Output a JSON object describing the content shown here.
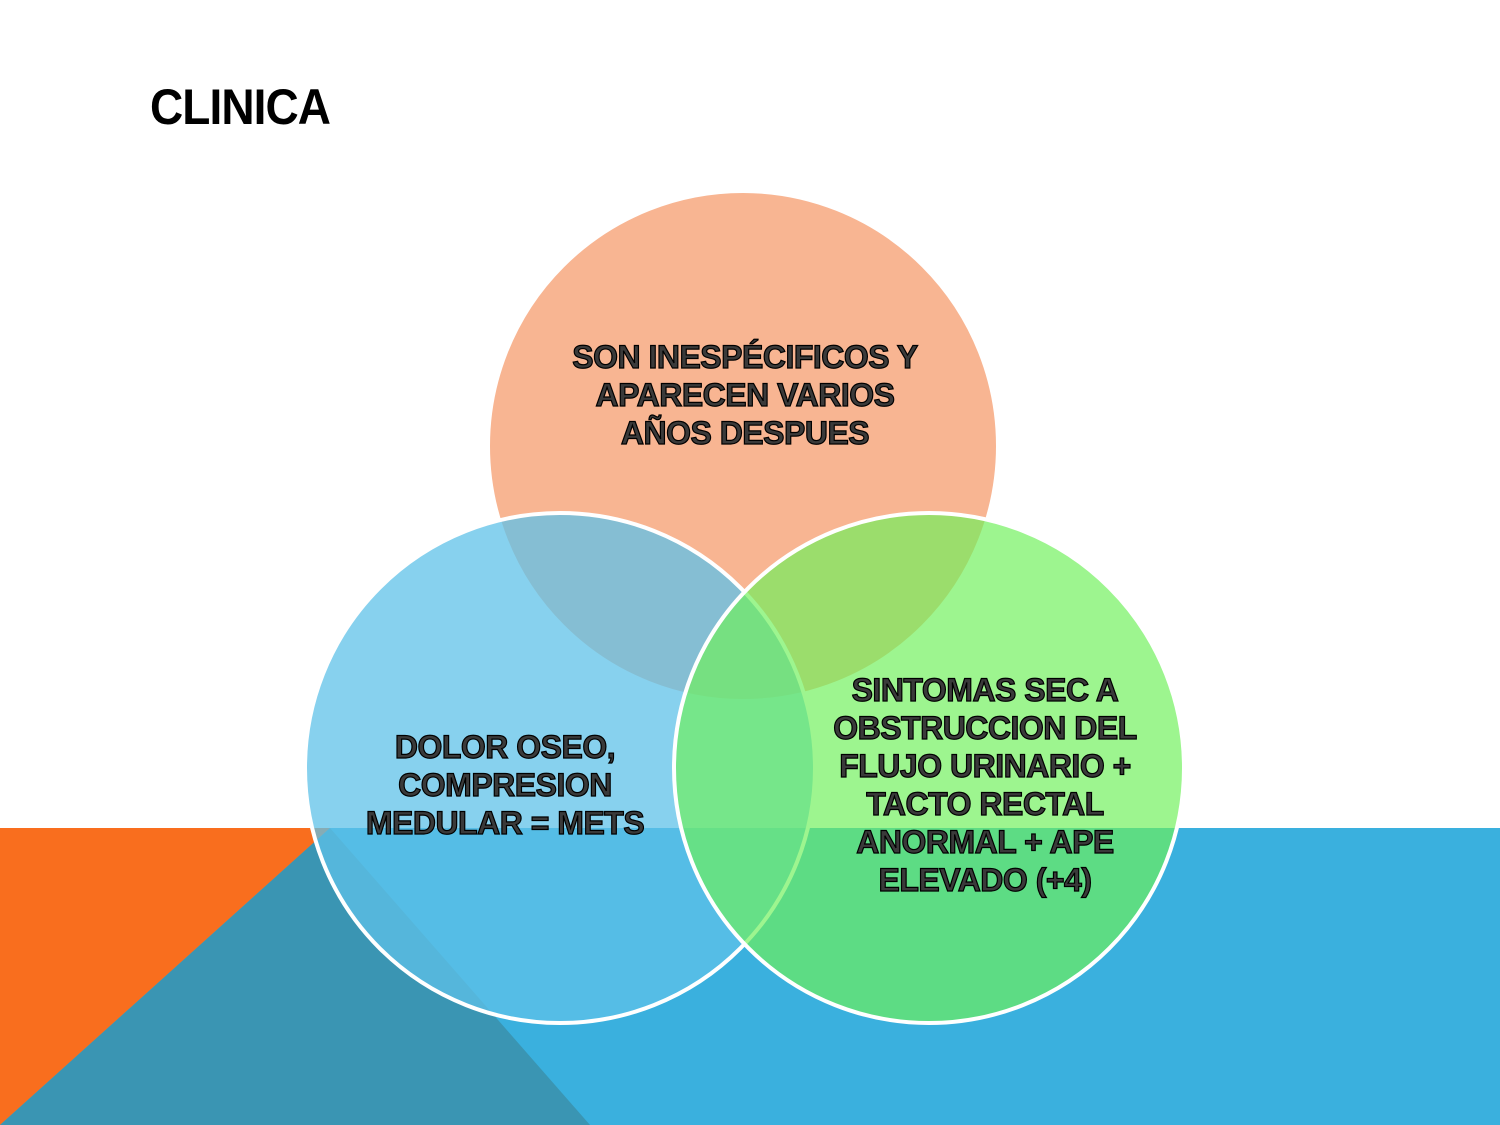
{
  "title": "CLINICA",
  "colors": {
    "orange_band": "#F96E1E",
    "blue_band": "#3AB0DE",
    "dark_triangle": "#3A95B3",
    "circle_top": "#F7A57A",
    "circle_left": "#5FC2E8",
    "circle_right": "#6FF05A"
  },
  "diagram": {
    "type": "venn",
    "circles": [
      {
        "id": "top",
        "text": "SON INESPÉCIFICOS Y\nAPARECEN VARIOS\nAÑOS DESPUES"
      },
      {
        "id": "left",
        "text": "DOLOR OSEO,\nCOMPRESION\nMEDULAR = METS"
      },
      {
        "id": "right",
        "text": "SINTOMAS  SEC A\nOBSTRUCCION DEL\nFLUJO URINARIO  +\nTACTO RECTAL\nANORMAL + APE\nELEVADO (+4)"
      }
    ]
  }
}
